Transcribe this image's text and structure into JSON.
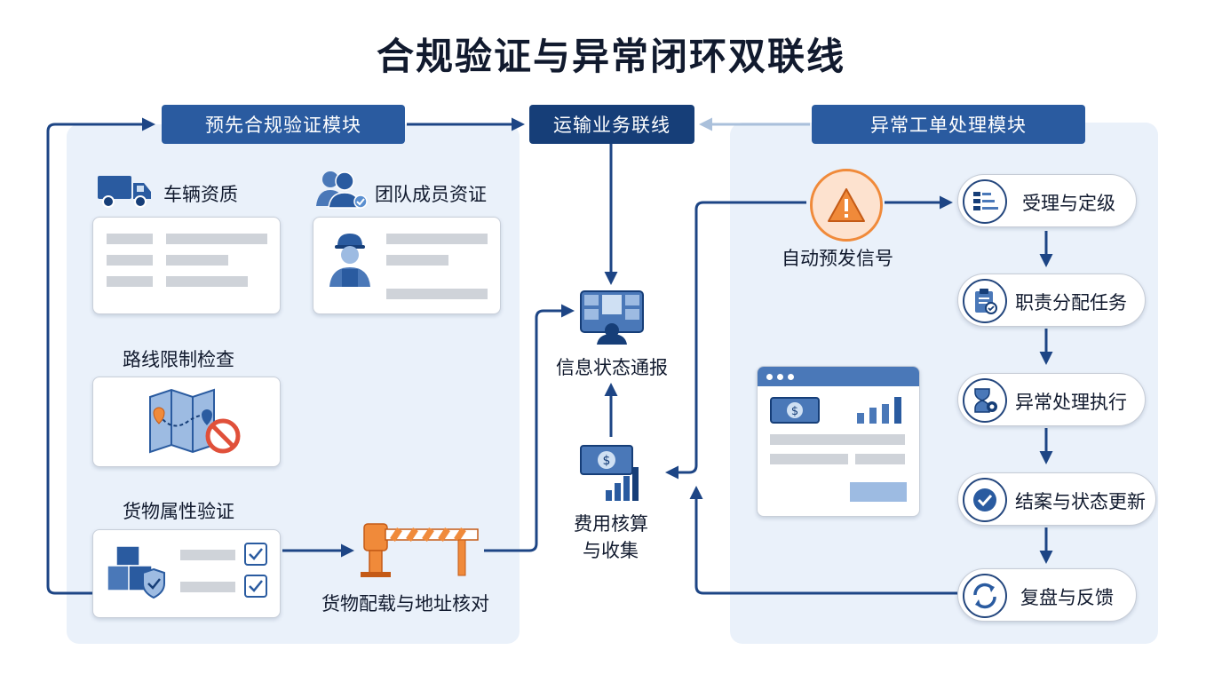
{
  "title": "合规验证与异常闭环双联线",
  "left_module": {
    "header": "预先合规验证模块",
    "vehicle": "车辆资质",
    "team": "团队成员资证",
    "route": "路线限制检查",
    "cargo": "货物属性验证"
  },
  "center": {
    "header": "运输业务联线",
    "info": "信息状态通报",
    "fee_line1": "费用核算",
    "fee_line2": "与收集",
    "loading": "货物配载与地址核对"
  },
  "right_module": {
    "header": "异常工单处理模块",
    "alert": "自动预发信号",
    "steps": [
      {
        "label": "受理与定级"
      },
      {
        "label": "职责分配任务"
      },
      {
        "label": "异常处理执行"
      },
      {
        "label": "结案与状态更新"
      },
      {
        "label": "复盘与反馈"
      }
    ]
  },
  "colors": {
    "primary": "#2a5ba0",
    "dark": "#163e78",
    "panel": "#eaf1fa",
    "alert": "#f08a3a"
  }
}
